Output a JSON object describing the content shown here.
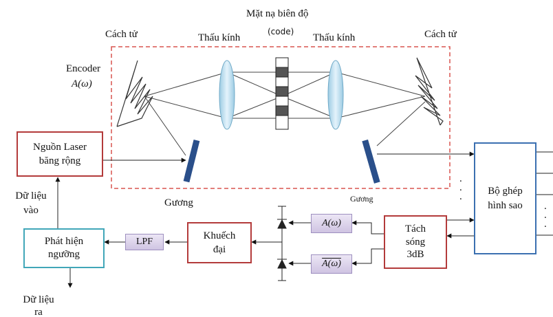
{
  "labels": {
    "mask_title": "Mặt nạ biên độ",
    "mask_code": "(code)",
    "grating_left": "Cách tử",
    "grating_right": "Cách tử",
    "lens_left": "Thấu kính",
    "lens_right": "Thấu kính",
    "encoder": "Encoder",
    "encoder_fn": "A(ω)",
    "mirror_left": "Gương",
    "mirror_right": "Gương",
    "data_in_1": "Dữ liệu",
    "data_in_2": "vào",
    "data_out_1": "Dữ liệu",
    "data_out_2": "ra",
    "dots": "."
  },
  "boxes": {
    "laser_1": "Nguồn Laser",
    "laser_2": "băng rộng",
    "star_1": "Bộ ghép",
    "star_2": "hình sao",
    "splitter_1": "Tách",
    "splitter_2": "sóng",
    "splitter_3": "3dB",
    "amp_1": "Khuếch",
    "amp_2": "đại",
    "detector_1": "Phát hiện",
    "detector_2": "ngưỡng",
    "lpf": "LPF",
    "a_omega": "A(ω)",
    "a_omega_bar": "A(ω)"
  },
  "colors": {
    "encoder_border": "#d9534f",
    "box_red": "#b33a3a",
    "box_blue": "#3a6fb0",
    "box_cyan": "#40a6b8",
    "lens": "#bfe0f0",
    "mirror": "#2a4f8a",
    "filter_box": "#cfc4e2"
  }
}
